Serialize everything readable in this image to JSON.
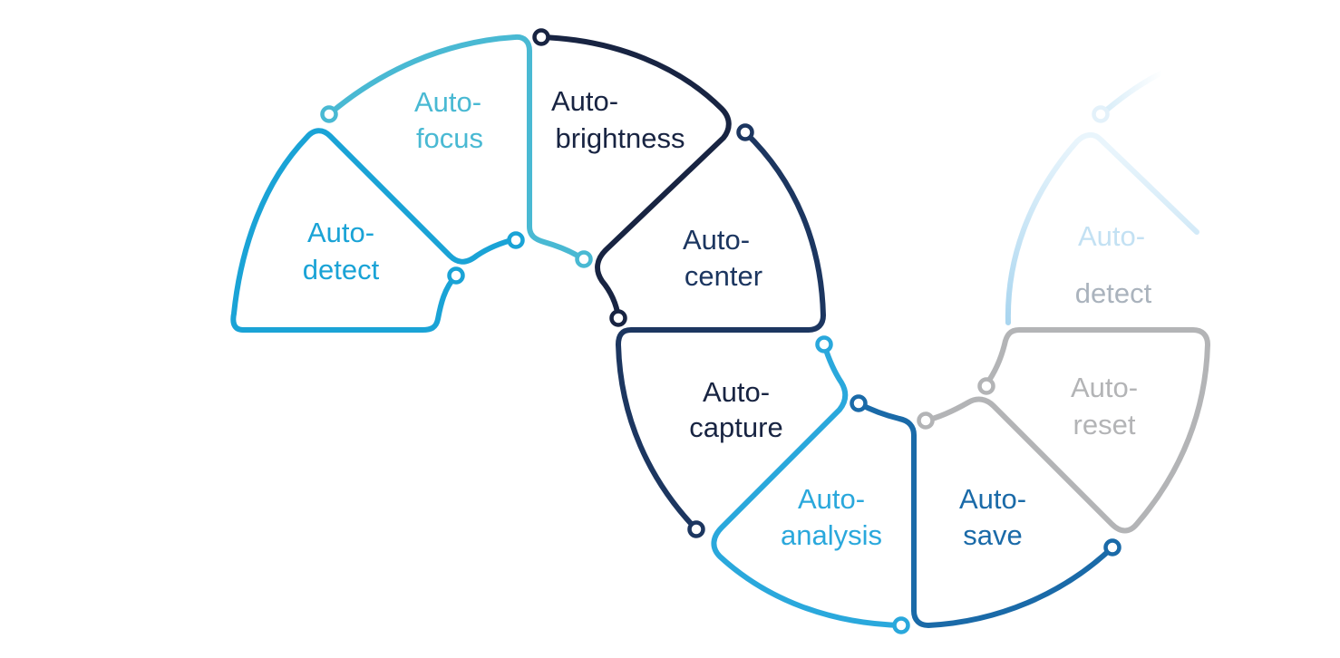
{
  "colors": {
    "light_teal": "#49b9d3",
    "sky_blue": "#1aa3d6",
    "navy_dark": "#182442",
    "navy": "#1c3660",
    "blue": "#1a6aa8",
    "bright_blue": "#2aa8dc",
    "gray": "#b3b4b6",
    "pale_blue": "#bfdff3",
    "pale_gray": "#aab3bd"
  },
  "segments": [
    {
      "id": "auto-focus",
      "line1": "Auto-",
      "line2": "focus",
      "color": "#49b9d3",
      "bold": false
    },
    {
      "id": "auto-detect",
      "line1": "Auto-",
      "line2": "detect",
      "color": "#1aa3d6",
      "bold": false
    },
    {
      "id": "auto-brightness",
      "line1": "Auto-",
      "line2": "brightness",
      "color": "#182442",
      "bold": false
    },
    {
      "id": "auto-center",
      "line1": "Auto-",
      "line2": "center",
      "color": "#1c3660",
      "bold": false
    },
    {
      "id": "auto-capture",
      "line1": "Auto-",
      "line2": "capture",
      "color": "#182442",
      "bold": false
    },
    {
      "id": "auto-analysis",
      "line1": "Auto-",
      "line2": "analysis",
      "color": "#2aa8dc",
      "bold": false
    },
    {
      "id": "auto-save",
      "line1": "Auto-",
      "line2": "save",
      "color": "#1a6aa8",
      "bold": false
    },
    {
      "id": "auto-reset",
      "line1": "Auto-",
      "line2": "reset",
      "color": "#b3b4b6",
      "bold": false
    },
    {
      "id": "auto-detect-faded",
      "line1": "Auto-",
      "line2": "detect",
      "color": "#bfdff3",
      "bold": false
    }
  ]
}
